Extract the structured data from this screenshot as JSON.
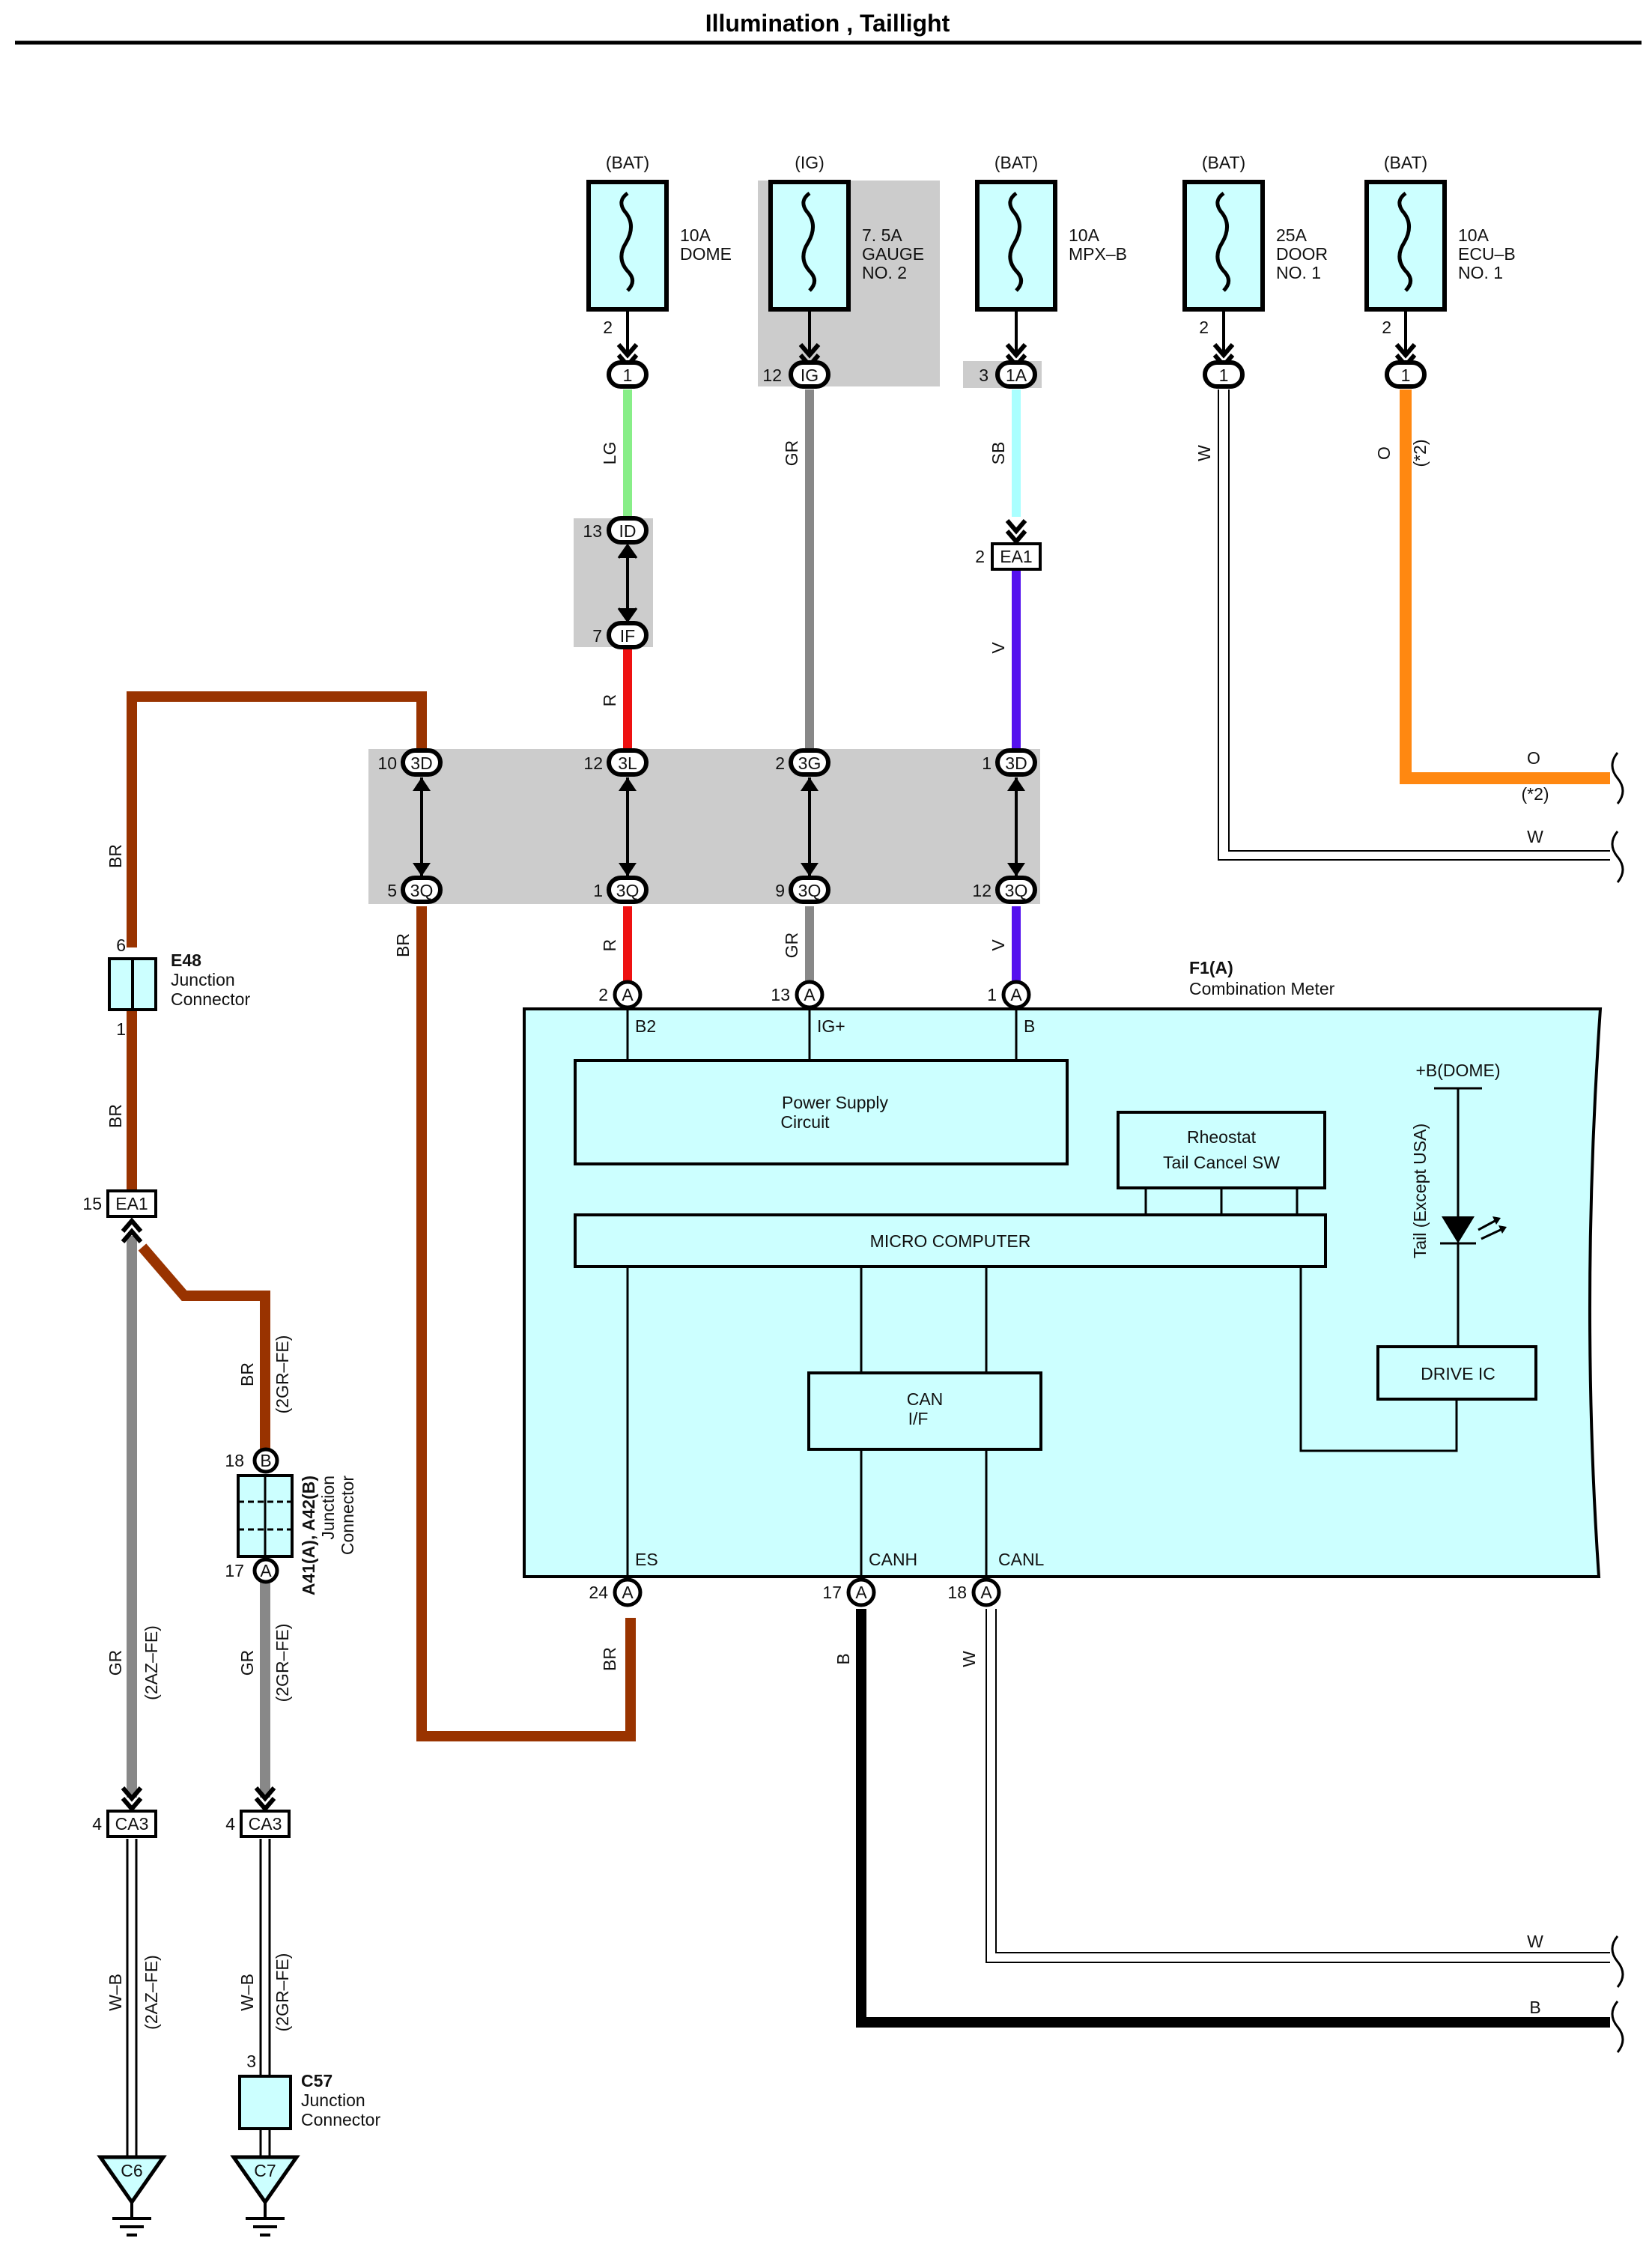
{
  "title": "Illumination , Taillight",
  "fuses": [
    {
      "source": "(BAT)",
      "rating": "10A",
      "name1": "DOME",
      "name2": "",
      "pin": "2",
      "conn": "1",
      "wire": "LG"
    },
    {
      "source": "(IG)",
      "rating": "7. 5A",
      "name1": "GAUGE",
      "name2": "NO. 2",
      "pin": "12",
      "conn": "IG",
      "wire": "GR"
    },
    {
      "source": "(BAT)",
      "rating": "10A",
      "name1": "MPX–B",
      "name2": "",
      "pin": "3",
      "conn": "1A",
      "wire": "SB"
    },
    {
      "source": "(BAT)",
      "rating": "25A",
      "name1": "DOOR",
      "name2": "NO. 1",
      "pin": "2",
      "conn": "1",
      "wire": "W"
    },
    {
      "source": "(BAT)",
      "rating": "10A",
      "name1": "ECU–B",
      "name2": "NO. 1",
      "pin": "2",
      "conn": "1",
      "wire": "O",
      "note": "(*2)"
    }
  ],
  "connectors": {
    "id": {
      "pin": "13",
      "label": "ID"
    },
    "if": {
      "pin": "7",
      "label": "IF"
    },
    "ea1_top": {
      "pin": "2",
      "label": "EA1"
    },
    "ea1_left": {
      "pin": "15",
      "label": "EA1"
    },
    "row1": [
      {
        "pin": "10",
        "label": "3D"
      },
      {
        "pin": "12",
        "label": "3L"
      },
      {
        "pin": "2",
        "label": "3G"
      },
      {
        "pin": "1",
        "label": "3D"
      }
    ],
    "row2": [
      {
        "pin": "5",
        "label": "3Q"
      },
      {
        "pin": "1",
        "label": "3Q"
      },
      {
        "pin": "9",
        "label": "3Q"
      },
      {
        "pin": "12",
        "label": "3Q"
      }
    ],
    "meter_top": [
      {
        "pin": "2",
        "label": "A"
      },
      {
        "pin": "13",
        "label": "A"
      },
      {
        "pin": "1",
        "label": "A"
      }
    ],
    "meter_bottom": [
      {
        "pin": "24",
        "label": "A"
      },
      {
        "pin": "17",
        "label": "A"
      },
      {
        "pin": "18",
        "label": "A"
      }
    ],
    "a41_top": {
      "pin": "18",
      "label": "B"
    },
    "a41_bottom": {
      "pin": "17",
      "label": "A"
    },
    "ca3_left": {
      "pin": "4",
      "label": "CA3"
    },
    "ca3_right": {
      "pin": "4",
      "label": "CA3"
    },
    "c57_pin": "3",
    "e48_pin_top": "6",
    "e48_pin_bottom": "1"
  },
  "wires": {
    "r": "R",
    "v": "V",
    "br": "BR",
    "gr": "GR",
    "b": "B",
    "w": "W",
    "wb": "W–B",
    "o": "O",
    "note2": "(*2)",
    "gr_fe": "(2GR–FE)",
    "az_fe": "(2AZ–FE)"
  },
  "components": {
    "e48": {
      "id": "E48",
      "line1": "Junction",
      "line2": "Connector"
    },
    "a41": {
      "id": "A41(A), A42(B)",
      "line1": "Junction",
      "line2": "Connector"
    },
    "c57": {
      "id": "C57",
      "line1": "Junction",
      "line2": "Connector"
    },
    "grounds": [
      "C6",
      "C7"
    ]
  },
  "meter": {
    "id": "F1(A)",
    "name": "Combination Meter",
    "pins_top": [
      "B2",
      "IG+",
      "B"
    ],
    "pins_bottom": [
      "ES",
      "CANH",
      "CANL"
    ],
    "power_supply": [
      "Power Supply",
      "Circuit"
    ],
    "rheostat": [
      "Rheostat",
      "Tail Cancel SW"
    ],
    "micro": "MICRO COMPUTER",
    "can_if": [
      "CAN",
      "I/F"
    ],
    "drive_ic": "DRIVE IC",
    "dome": "+B(DOME)",
    "tail": "Tail (Except USA)"
  },
  "colors": {
    "lg": "#88ee88",
    "red": "#ee1111",
    "gray": "#888888",
    "sb": "#aaffff",
    "violet": "#5511ee",
    "brown": "#993300",
    "orange": "#ff8811",
    "black": "#000000",
    "meter_fill": "#ccffff",
    "shade": "#cccccc"
  }
}
